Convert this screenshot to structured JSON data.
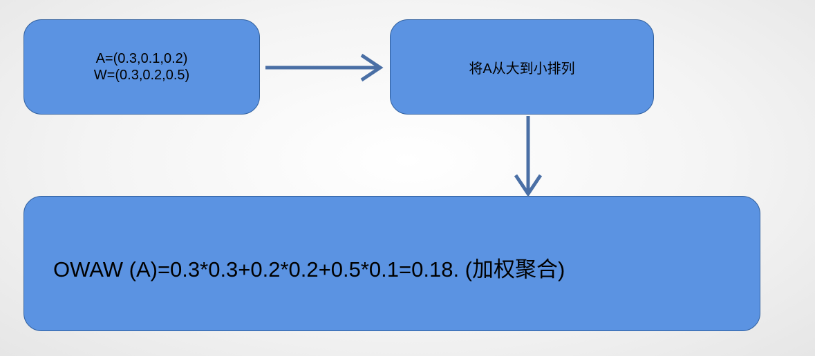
{
  "input_box": {
    "line1": "A=(0.3,0.1,0.2)",
    "line2": "W=(0.3,0.2,0.5)"
  },
  "sort_box": {
    "label": "将A从大到小排列"
  },
  "result_box": {
    "label": "OWAW (A)=0.3*0.3+0.2*0.2+0.5*0.1=0.18. (加权聚合)"
  },
  "colors": {
    "box_fill": "#5b93e2",
    "box_border": "#2f5f9e",
    "arrow": "#4a6fa5"
  }
}
